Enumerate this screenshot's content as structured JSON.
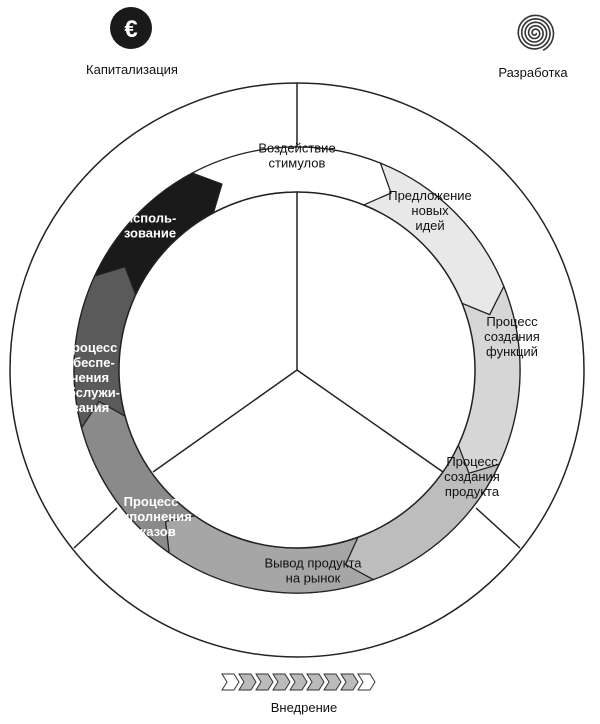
{
  "labels": {
    "capitalization": "Капитализация",
    "development": "Разработка",
    "implementation": "Внедрение"
  },
  "icons": {
    "capitalization": "euro-coin-icon",
    "development": "spiral-icon",
    "implementation": "chevron-arrow-icon"
  },
  "segments": [
    {
      "id": "stimulus",
      "lines": [
        "Воздействие",
        "стимулов"
      ],
      "fill": "#ffffff",
      "text_color": "#111111",
      "bold": false
    },
    {
      "id": "ideas",
      "lines": [
        "Предложение",
        "новых",
        "идей"
      ],
      "fill": "#e8e8e8",
      "text_color": "#111111",
      "bold": false
    },
    {
      "id": "features",
      "lines": [
        "Процесс",
        "создания",
        "функций"
      ],
      "fill": "#d6d6d6",
      "text_color": "#111111",
      "bold": false
    },
    {
      "id": "product",
      "lines": [
        "Процесс",
        "создания",
        "продукта"
      ],
      "fill": "#bdbdbd",
      "text_color": "#111111",
      "bold": false
    },
    {
      "id": "launch",
      "lines": [
        "Вывод продукта",
        "на рынок"
      ],
      "fill": "#a6a6a6",
      "text_color": "#111111",
      "bold": false
    },
    {
      "id": "orders",
      "lines": [
        "Процесс",
        "выполнения",
        "заказов"
      ],
      "fill": "#8a8a8a",
      "text_color": "#ffffff",
      "bold": true
    },
    {
      "id": "service",
      "lines": [
        "Процесс",
        "обеспе-",
        "чения",
        "обслужи-",
        "вания"
      ],
      "fill": "#5a5a5a",
      "text_color": "#ffffff",
      "bold": true
    },
    {
      "id": "usage",
      "lines": [
        "Исполь-",
        "зование"
      ],
      "fill": "#1a1a1a",
      "text_color": "#ffffff",
      "bold": true
    }
  ]
}
